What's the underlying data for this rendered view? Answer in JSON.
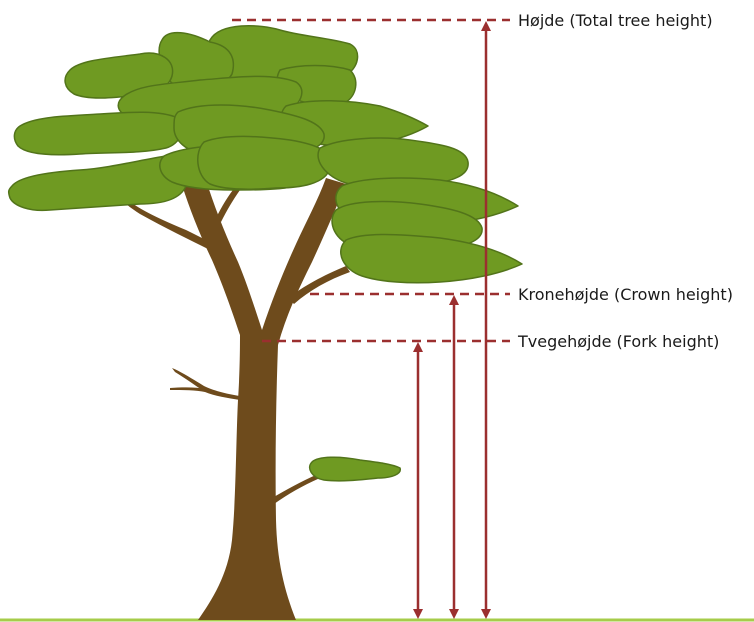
{
  "labels": {
    "total_height": "Højde (Total tree height)",
    "crown_height": "Kronehøjde (Crown height)",
    "fork_height": "Tvegehøjde (Fork height)"
  },
  "colors": {
    "trunk": "#6e4b1c",
    "foliage": "#6f9a22",
    "foliage_outline": "#52741a",
    "measure_line": "#9b2f2f",
    "ground": "#a6cc4a"
  },
  "icons": [
    "tree-illustration",
    "measurement-arrow",
    "dashed-guide-line"
  ]
}
